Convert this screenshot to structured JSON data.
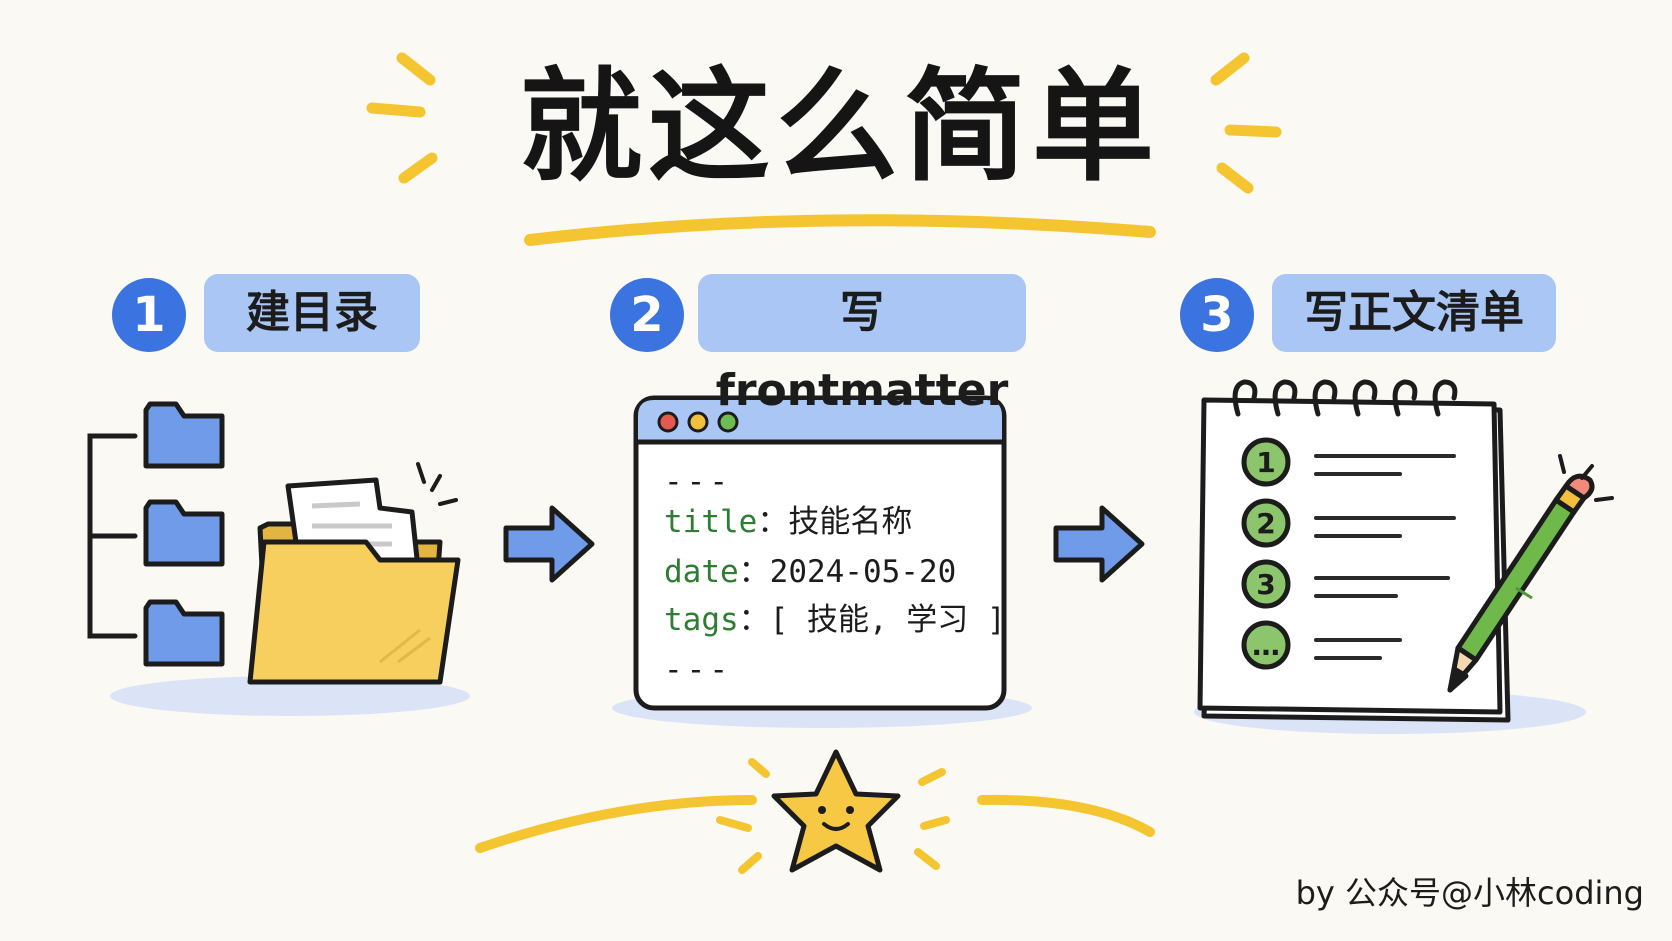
{
  "title": "就这么简单",
  "steps": [
    {
      "number": "1",
      "label": "建目录"
    },
    {
      "number": "2",
      "label": "写 frontmatter"
    },
    {
      "number": "3",
      "label": "写正文清单"
    }
  ],
  "frontmatter": {
    "open_dashes": "---",
    "close_dashes": "---",
    "fields": [
      {
        "key": "title",
        "sep": "：",
        "value": "技能名称"
      },
      {
        "key": "date",
        "sep": "：",
        "value": "2024-05-20"
      },
      {
        "key": "tags",
        "sep": "：",
        "value": "[ 技能, 学习 ]"
      }
    ]
  },
  "checklist": [
    "1",
    "2",
    "3",
    "…"
  ],
  "credit": "by 公众号@小林coding",
  "colors": {
    "background": "#fbf9f3",
    "accent_yellow": "#f5c531",
    "badge_blue": "#3b73e0",
    "label_blue": "#a9c6f5",
    "folder_blue": "#6f9be8",
    "folder_yellow": "#f7cf5e",
    "key_green": "#2f7d32",
    "check_green": "#8cc56b",
    "pencil_green": "#6fb84a"
  },
  "icons": [
    "folder-tree-icon",
    "open-folder-icon",
    "arrow-right-icon",
    "browser-window-icon",
    "notepad-icon",
    "pencil-icon",
    "smiling-star-icon"
  ]
}
